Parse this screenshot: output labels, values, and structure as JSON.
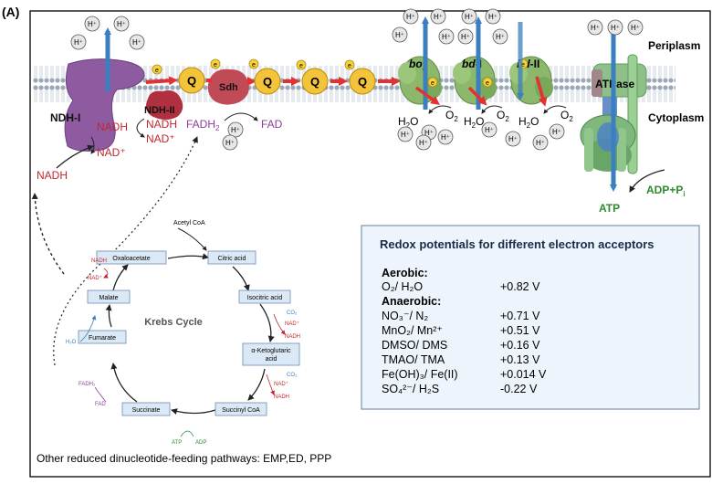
{
  "panel_label": "(A)",
  "compartments": {
    "periplasm": "Periplasm",
    "cytoplasm": "Cytoplasm"
  },
  "proton": "H⁺",
  "electron": "e",
  "complexes": {
    "ndh1": "NDH-I",
    "ndh2": "NDH-II",
    "sdh": "Sdh",
    "quinone": "Q",
    "bo3": {
      "main": "bo",
      "sub": "3"
    },
    "bd1": {
      "main": "bd",
      "suffix": "-I"
    },
    "bd2": {
      "main": "bd",
      "suffix": "-II"
    },
    "atpase": "ATPase"
  },
  "metabolites": {
    "nadh": "NADH",
    "nad": "NAD⁺",
    "fadh2": {
      "main": "FADH",
      "sub": "2"
    },
    "fad": "FAD",
    "o2": {
      "main": "O",
      "sub": "2"
    },
    "h2o": {
      "a": "H",
      "sub": "2",
      "b": "O"
    },
    "adp_pi": {
      "main": "ADP+P",
      "sub": "i"
    },
    "atp": "ATP"
  },
  "krebs": {
    "title": "Krebs Cycle",
    "acetyl_coa": "Acetyl CoA",
    "nodes": {
      "oxaloacetate": "Oxaloacetate",
      "citric": "Citric acid",
      "isocitric": "Isocitric acid",
      "akg_line1": "α-Ketoglutaric",
      "akg_line2": "acid",
      "succinyl": "Succinyl CoA",
      "succinate": "Succinate",
      "fumarate": "Fumarate",
      "malate": "Malate"
    },
    "side": {
      "nadh": "NADH",
      "nad": "NAD⁺",
      "co2": "CO₂",
      "h2o": "H₂O",
      "fadh2": "FADH₂",
      "fad": "FAD",
      "atp": "ATP",
      "adp": "ADP"
    }
  },
  "redox": {
    "title": "Redox potentials for different electron acceptors",
    "aerobic_header": "Aerobic:",
    "anaerobic_header": "Anaerobic:",
    "aerobic": [
      {
        "acceptor": "O₂/ H₂O",
        "potential": "+0.82 V"
      }
    ],
    "anaerobic": [
      {
        "acceptor": "NO₃⁻/ N₂",
        "potential": "+0.71 V"
      },
      {
        "acceptor": "MnO₂/ Mn²⁺",
        "potential": "+0.51 V"
      },
      {
        "acceptor": "DMSO/ DMS",
        "potential": "+0.16 V"
      },
      {
        "acceptor": "TMAO/ TMA",
        "potential": "+0.13 V"
      },
      {
        "acceptor": "Fe(OH)₃/ Fe(II)",
        "potential": "+0.014 V"
      },
      {
        "acceptor": "SO₄²⁻/ H₂S",
        "potential": "-0.22 V"
      }
    ]
  },
  "footer": "Other reduced dinucleotide-feeding pathways: EMP,ED, PPP",
  "colors": {
    "membrane": "#9aa8b8",
    "ndh_purple": "#8e5aa0",
    "ndh2_red": "#b03040",
    "sdh_red": "#c04a55",
    "quinone_yellow": "#f3c43a",
    "oxidase_green": "#8bb86a",
    "atpase_green": "#7fb77d",
    "proton_arrow_blue": "#3a7fbf",
    "electron_arrow_red": "#e33030",
    "text_red": "#c0272d",
    "text_purple": "#8a3e9c",
    "text_green": "#2e8b2e",
    "box_fill": "#eef4fb",
    "box_border": "#7a93b0"
  }
}
